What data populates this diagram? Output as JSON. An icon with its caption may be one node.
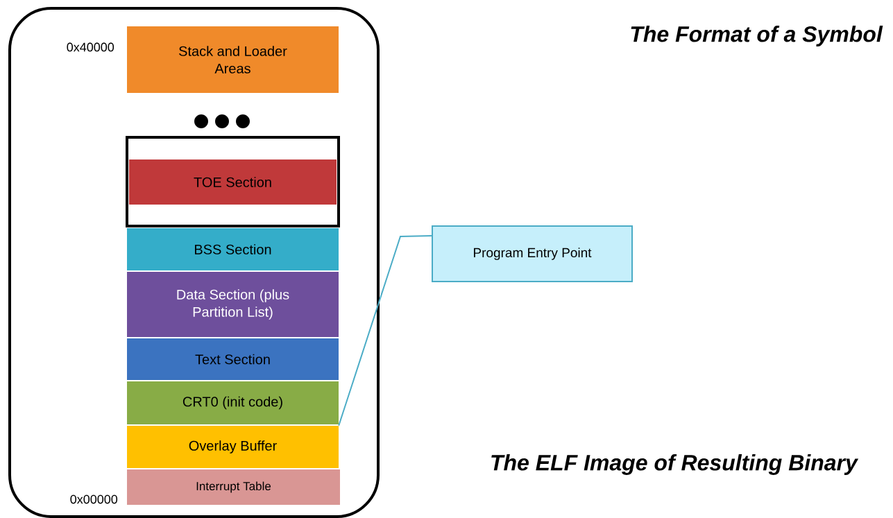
{
  "diagram": {
    "title": "The Format of a Symbol",
    "nodes": [
      {
        "text": [],
        "shape": "box"
      },
      {
        "text": [
          "Stack and Loader Areas"
        ],
        "in": 0
      },
      {
        "text": [],
        "shape": "box",
        "in": 0
      },
      {
        "text": [
          "TOE Section"
        ],
        "in": 2
      },
      {
        "text": [
          "BSS Section"
        ],
        "in": 0
      },
      {
        "text": [
          "Data Section (plus Partition List)"
        ],
        "in": 0
      },
      {
        "text": [
          "Text Section"
        ],
        "in": 0
      },
      {
        "text": [
          "CRT0 (init code)"
        ],
        "in": 0
      },
      {
        "text": [
          "Overlay Buffer"
        ],
        "in": 0
      },
      {
        "text": [
          "Interrupt Table"
        ],
        "in": 0
      },
      {
        "text": [
          "Program Entry Point"
        ]
      }
    ],
    "edges": [
      {
        "from": 10,
        "to": 8,
        "arrow": "none"
      }
    ],
    "labels": [
      "0x40000",
      "0x00000",
      "The ELF Image of Resulting Binary"
    ]
  }
}
